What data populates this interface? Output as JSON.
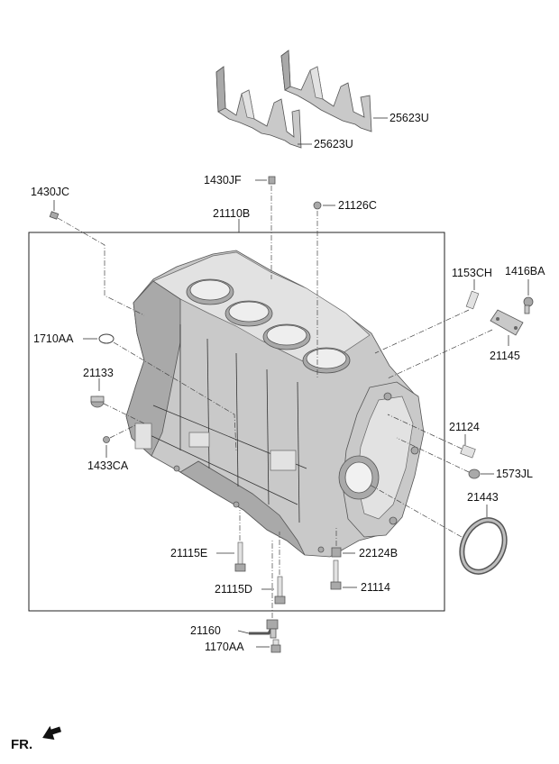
{
  "labels": {
    "p25623u_a": "25623U",
    "p25623u_b": "25623U",
    "p1430jf": "1430JF",
    "p1430jc": "1430JC",
    "p21126c": "21126C",
    "p21110b": "21110B",
    "p1153ch": "1153CH",
    "p1416ba": "1416BA",
    "p21145": "21145",
    "p1710aa": "1710AA",
    "p21133": "21133",
    "p1433ca": "1433CA",
    "p21124": "21124",
    "p1573jl": "1573JL",
    "p21443": "21443",
    "p21115e": "21115E",
    "p22124b": "22124B",
    "p21115d": "21115D",
    "p21114": "21114",
    "p21160": "21160",
    "p1170aa": "1170AA"
  },
  "direction_label": "FR.",
  "icons": {
    "front_arrow": "front-direction-arrow-icon"
  }
}
